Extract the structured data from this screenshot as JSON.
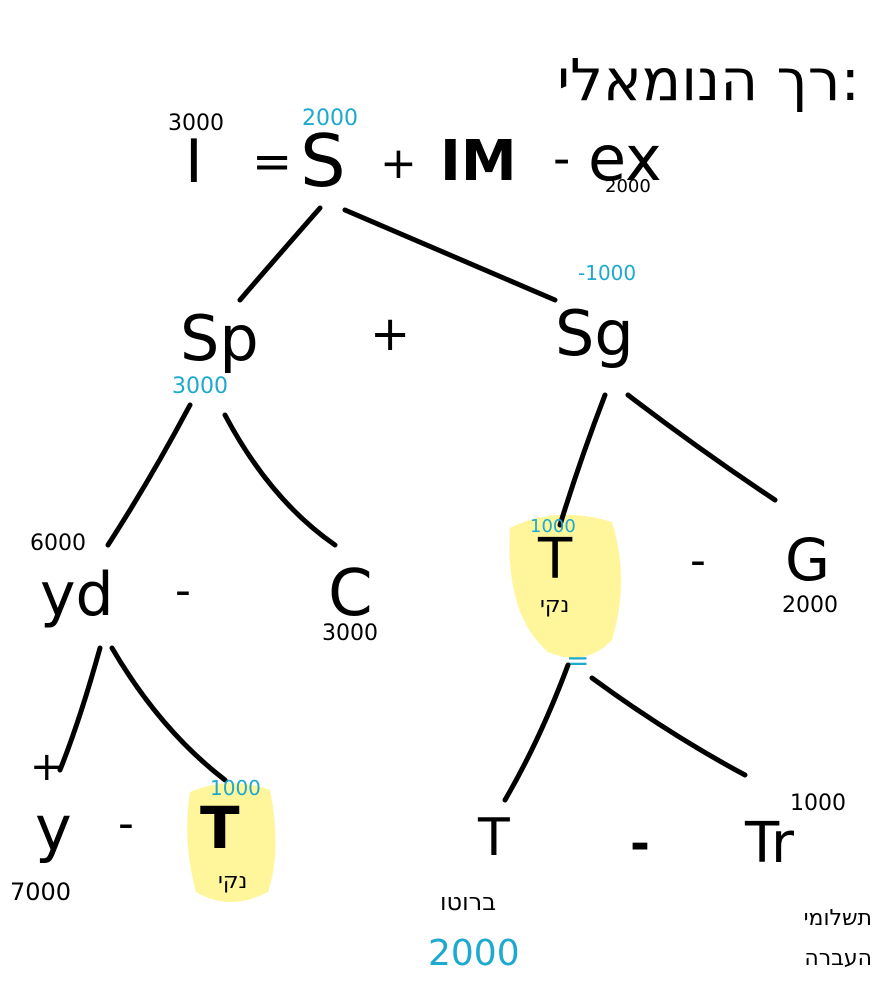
{
  "title": "רך הנומאלי:",
  "equation": {
    "I": "I",
    "eq": "=",
    "S": "S",
    "plus": "+",
    "IM": "IM",
    "minus": "-",
    "EX": "ex",
    "I_value": "3000",
    "S_value": "2000",
    "EX_value": "2000"
  },
  "nodes": {
    "Sp": {
      "label": "Sp",
      "value": "3000"
    },
    "op_plus": "+",
    "Sg": {
      "label": "Sg",
      "value": "-1000"
    },
    "Yd": {
      "label": "yd",
      "value": "6000"
    },
    "op_minus_1": "-",
    "C": {
      "label": "C",
      "value": "3000"
    },
    "T_net": {
      "label": "T",
      "sub": "נקי",
      "value": "1000"
    },
    "op_minus_2": "-",
    "G": {
      "label": "G",
      "value": "2000"
    },
    "Y": {
      "label": "y",
      "plus": "+",
      "value": "7000"
    },
    "op_minus_3": "-",
    "T_net2": {
      "label": "T",
      "sub": "נקי",
      "value": "1000"
    },
    "eq_under_T": "=",
    "T_gross": {
      "label": "T",
      "sub": "ברוטו",
      "value": "2000"
    },
    "op_minus_4": "-",
    "Tr": {
      "label": "Tr",
      "value": "1000",
      "sub1": "תשלומי",
      "sub2": "העברה"
    }
  },
  "colors": {
    "ink": "#000000",
    "annotation": "#1ea9cf",
    "highlight": "#fff38a"
  }
}
